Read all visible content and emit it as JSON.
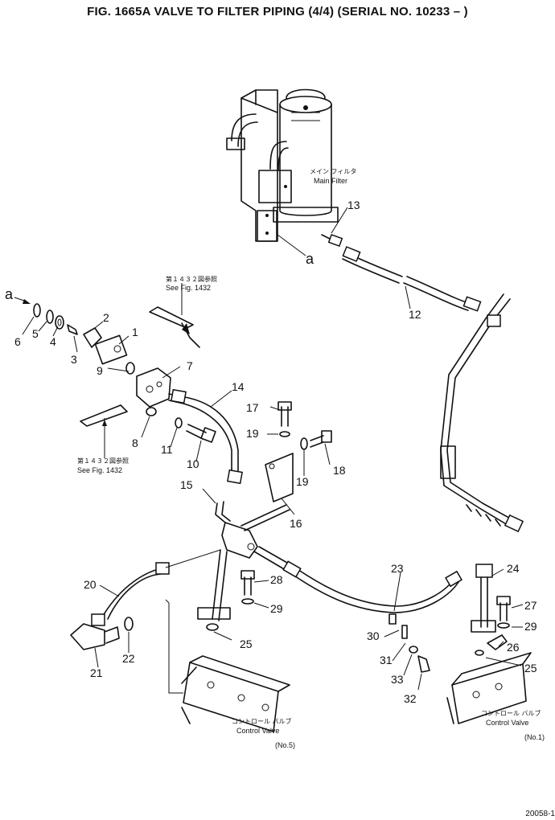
{
  "title": "FIG. 1665A  VALVE TO FILTER PIPING (4/4) (SERIAL NO. 10233 – )",
  "main_filter": {
    "jp": "メイン フィルタ",
    "en": "Main Filter"
  },
  "see_fig_top": {
    "jp": "第１４３２図参照",
    "en": "See Fig. 1432"
  },
  "see_fig_bottom": {
    "jp": "第１４３２図参照",
    "en": "See Fig. 1432"
  },
  "control_valve_left": {
    "jp": "コントロール バルブ",
    "en": "Control Valve",
    "no": "(No.5)"
  },
  "control_valve_right": {
    "jp": "コントロール バルブ",
    "en": "Control Valve",
    "no": "(No.1)"
  },
  "ref_a": "a",
  "parts": [
    "1",
    "2",
    "3",
    "4",
    "5",
    "6",
    "7",
    "8",
    "9",
    "10",
    "11",
    "12",
    "13",
    "14",
    "15",
    "16",
    "17",
    "18",
    "19",
    "20",
    "21",
    "22",
    "23",
    "24",
    "25",
    "26",
    "27",
    "28",
    "29",
    "30",
    "31",
    "32",
    "33"
  ],
  "labels": {
    "p1": "1",
    "p2": "2",
    "p3": "3",
    "p4": "4",
    "p5": "5",
    "p6": "6",
    "p7": "7",
    "p8": "8",
    "p9": "9",
    "p10": "10",
    "p11": "11",
    "p12": "12",
    "p13": "13",
    "p14": "14",
    "p15": "15",
    "p16": "16",
    "p17": "17",
    "p18": "18",
    "p19a": "19",
    "p19b": "19",
    "p20": "20",
    "p21": "21",
    "p22": "22",
    "p23": "23",
    "p24": "24",
    "p25a": "25",
    "p25b": "25",
    "p26": "26",
    "p27": "27",
    "p28": "28",
    "p29a": "29",
    "p29b": "29",
    "p30": "30",
    "p31": "31",
    "p32": "32",
    "p33": "33",
    "a1": "a",
    "a2": "a"
  },
  "page_code": "20058-1"
}
